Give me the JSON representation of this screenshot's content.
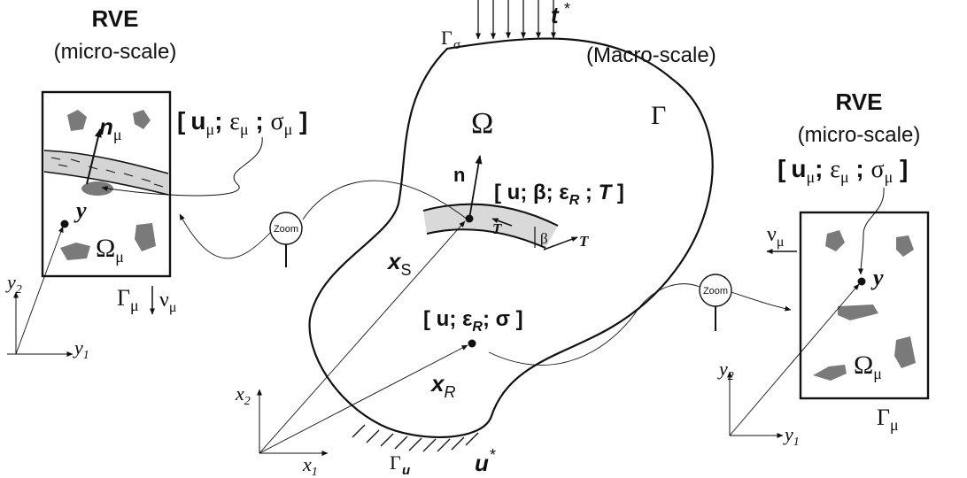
{
  "left_rve": {
    "title": "RVE",
    "subtitle": "(micro-scale)",
    "fields_open": "[",
    "u_label": "u",
    "mu": "μ",
    "eps": "ε",
    "sigma": "σ",
    "close": "]",
    "normal_label": "n",
    "point_label": "y",
    "domain_label": "Ω",
    "boundary_label": "Γ",
    "nu_label": "ν",
    "axis_y1": "y",
    "axis_y2": "y",
    "sub1": "1",
    "sub2": "2"
  },
  "right_rve": {
    "title": "RVE",
    "subtitle": "(micro-scale)",
    "u_label": "u",
    "mu": "μ",
    "eps": "ε",
    "sigma": "σ",
    "point_label": "y",
    "domain_label": "Ω",
    "boundary_label": "Γ",
    "nu_label": "ν",
    "axis_y1": "y",
    "axis_y2": "y",
    "sub1": "1",
    "sub2": "2"
  },
  "macro": {
    "scale_label": "(Macro-scale)",
    "omega": "Ω",
    "gamma": "Γ",
    "gamma_sigma": "Γ",
    "sigma_sub": "σ",
    "traction": "t",
    "star": "*",
    "gamma_u": "Γ",
    "u_sub": "u",
    "u_star": "u",
    "crack_normal": "n",
    "crack_fields": "[ u; β; ε",
    "crack_fields_u": "u",
    "beta": "β",
    "eps_R": "ε",
    "R": "R",
    "T": "T",
    "S": "S",
    "xs_label": "x",
    "xr_label": "x",
    "bulk_fields_u": "[ u; ε",
    "bulk_fields_sigma": "; σ ]",
    "axis_x1": "x",
    "axis_x2": "x",
    "sub1": "1",
    "sub2": "2"
  },
  "zoom": {
    "left": "Zoom",
    "right": "Zoom"
  }
}
